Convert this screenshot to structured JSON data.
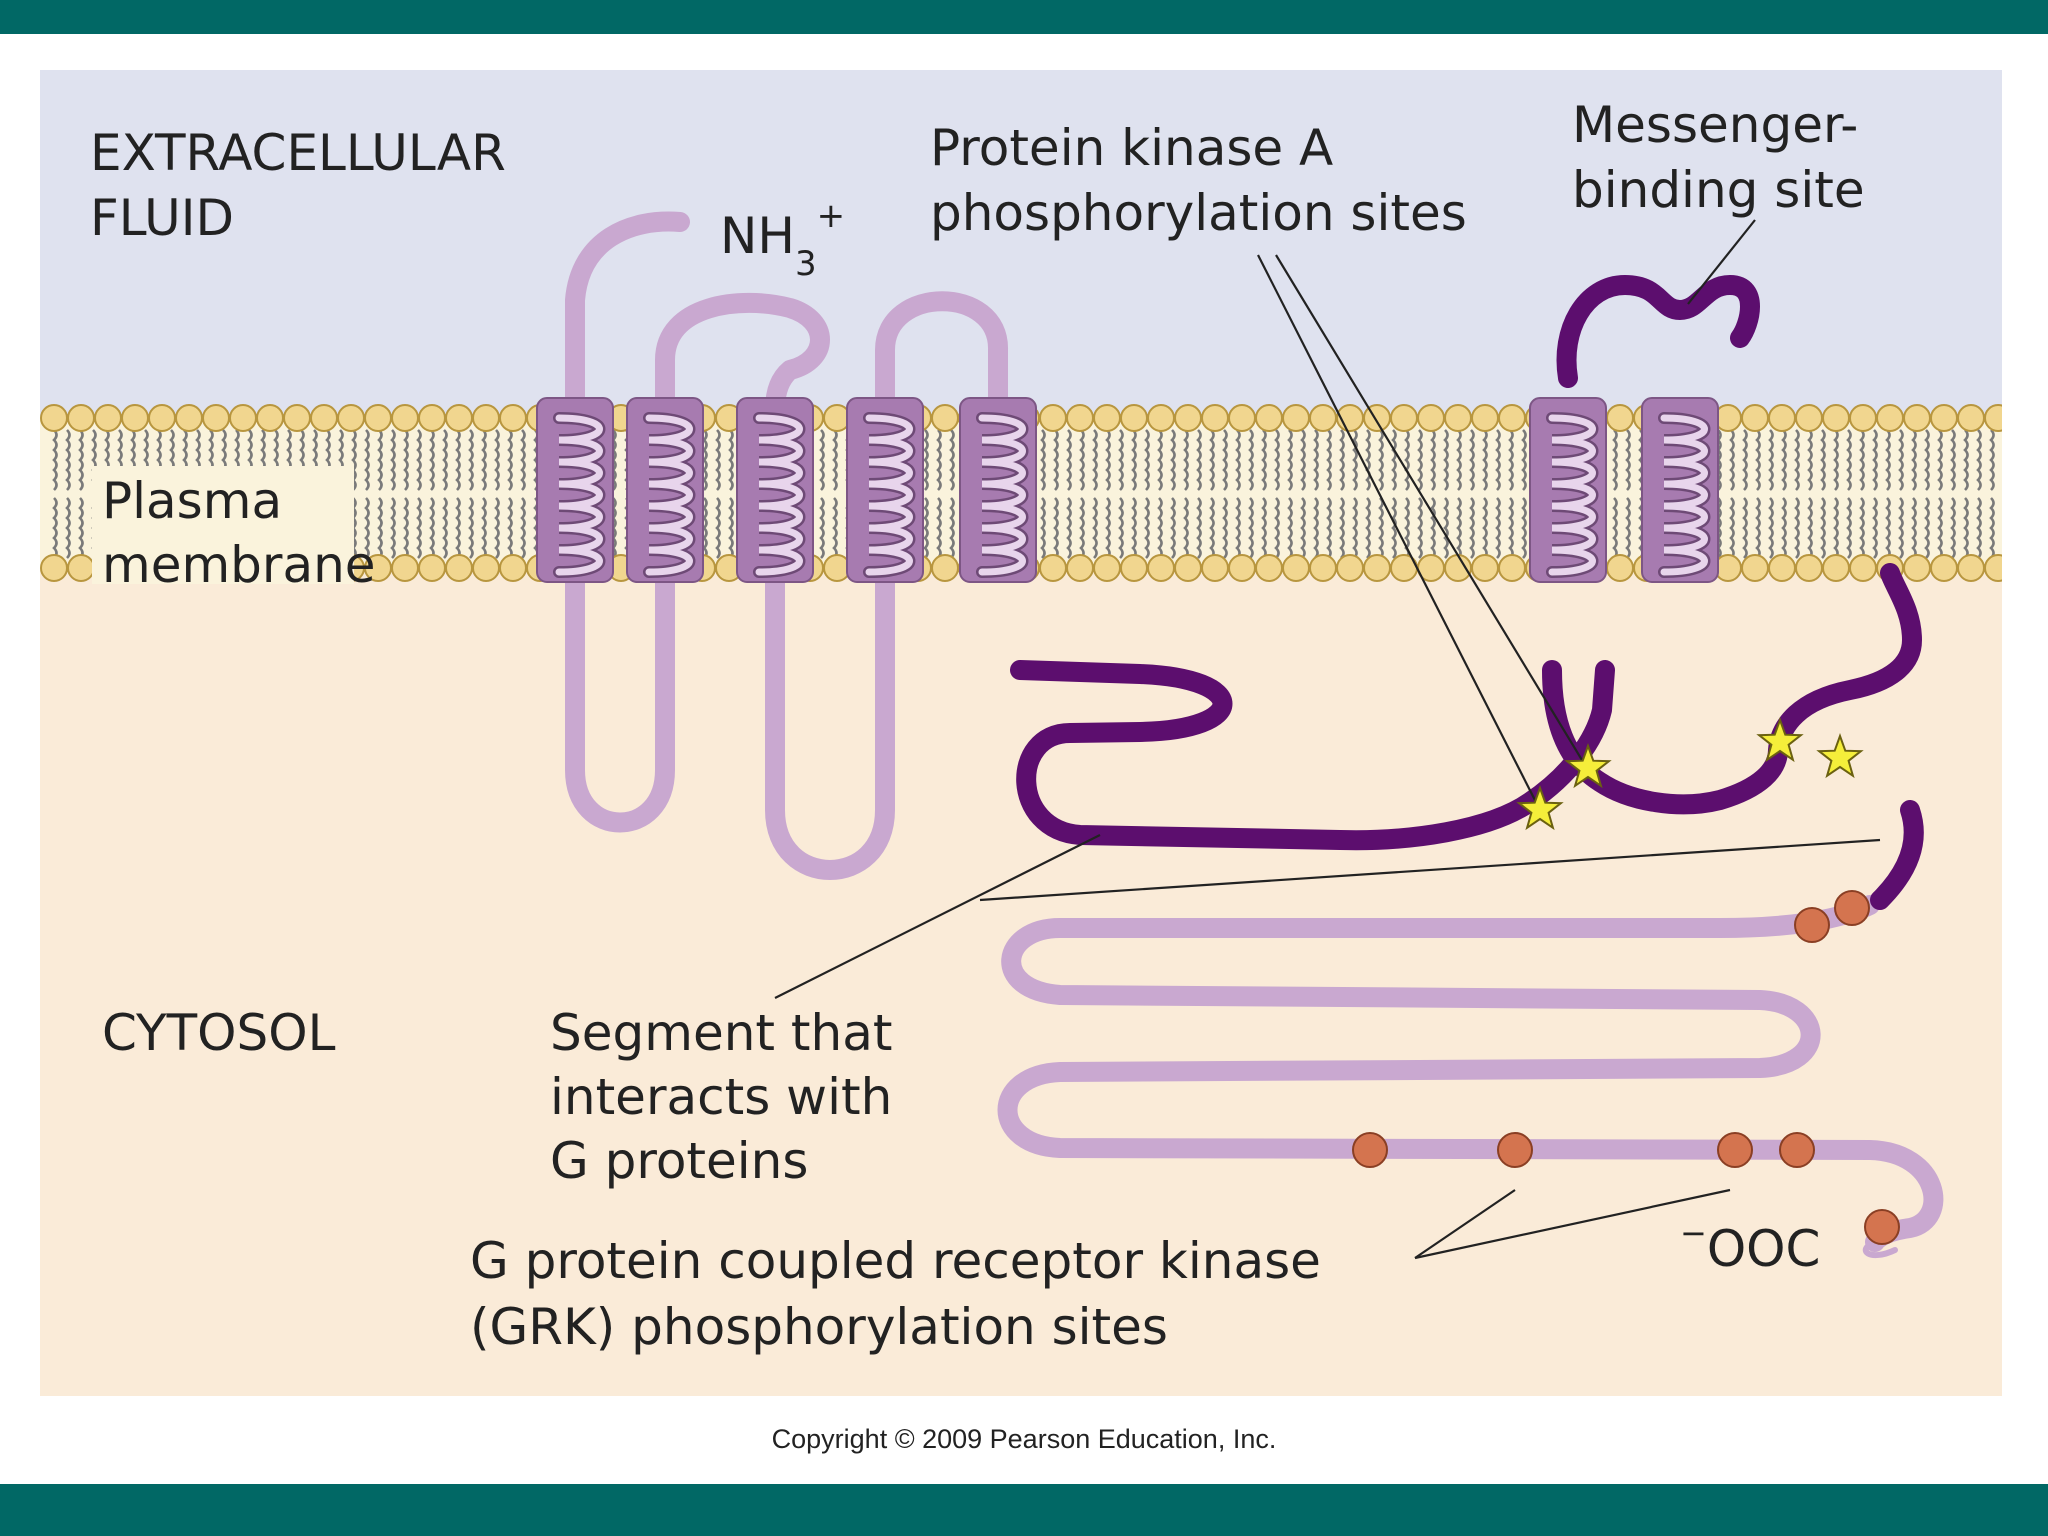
{
  "colors": {
    "band": "#016865",
    "extracellular": "#dfe2ef",
    "membrane": "#faf3dc",
    "cytosol": "#faebd8",
    "head": "#f1d68f",
    "head_stroke": "#b8963f",
    "helix": "#a77bb0",
    "coil": "#e8d5ec",
    "chain_light": "#c9a8d0",
    "chain_dark": "#5c0e6e",
    "star": "#f5ee3a",
    "grk_site": "#d4744f"
  },
  "labels": {
    "extracellular_1": "EXTRACELLULAR",
    "extracellular_2": "FLUID",
    "nh3_base": "NH",
    "nh3_sub": "3",
    "nh3_sup": "+",
    "pka_1": "Protein kinase A",
    "pka_2": "phosphorylation sites",
    "messenger_1": "Messenger-",
    "messenger_2": "binding site",
    "plasma_1": "Plasma",
    "plasma_2": "membrane",
    "cytosol": "CYTOSOL",
    "segment_1": "Segment that",
    "segment_2": "interacts with",
    "segment_3": "G proteins",
    "grk_1": "G protein coupled receptor kinase",
    "grk_2": "(GRK) phosphorylation sites",
    "cooh_sup": "−",
    "cooh_base": "OOC"
  },
  "copyright": "Copyright © 2009 Pearson Education, Inc."
}
